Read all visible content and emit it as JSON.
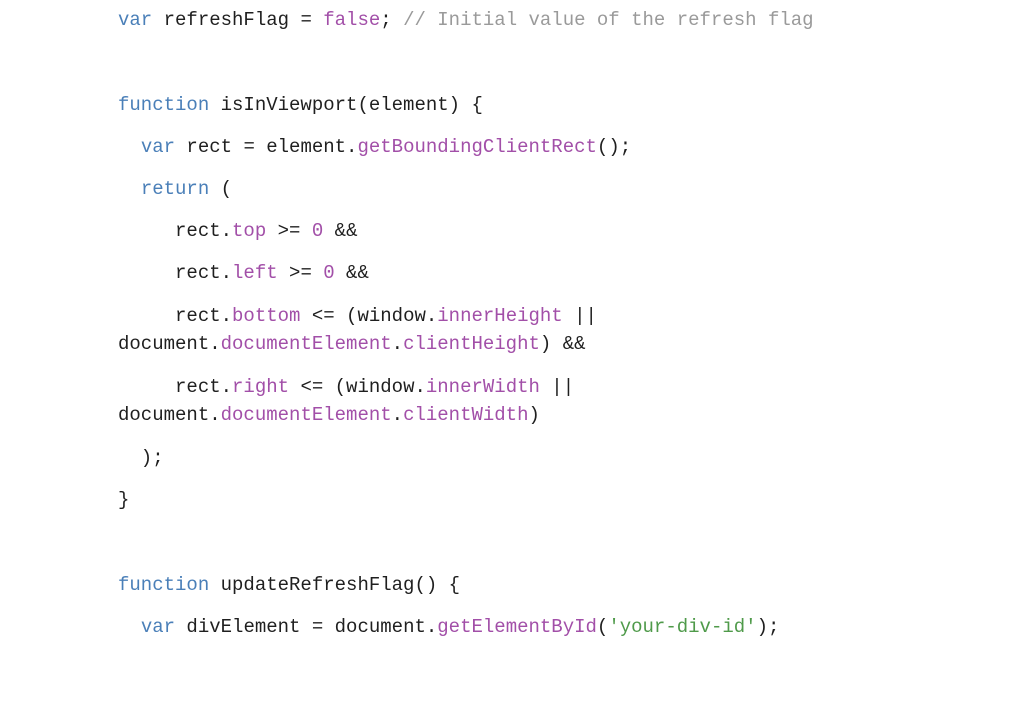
{
  "code_lines": [
    [
      {
        "t": "var",
        "c": "kw"
      },
      {
        "t": " refreshFlag = ",
        "c": "plain"
      },
      {
        "t": "false",
        "c": "prop"
      },
      {
        "t": "; ",
        "c": "plain"
      },
      {
        "t": "// Initial value of the refresh flag",
        "c": "cmt"
      }
    ],
    [
      {
        "t": "function",
        "c": "kw"
      },
      {
        "t": " isInViewport(element) {",
        "c": "plain"
      }
    ],
    [
      {
        "t": "  ",
        "c": "plain"
      },
      {
        "t": "var",
        "c": "kw"
      },
      {
        "t": " rect = element.",
        "c": "plain"
      },
      {
        "t": "getBoundingClientRect",
        "c": "prop"
      },
      {
        "t": "();",
        "c": "plain"
      }
    ],
    [
      {
        "t": "  ",
        "c": "plain"
      },
      {
        "t": "return",
        "c": "kw"
      },
      {
        "t": " (",
        "c": "plain"
      }
    ],
    [
      {
        "t": "     rect.",
        "c": "plain"
      },
      {
        "t": "top",
        "c": "prop"
      },
      {
        "t": " >= ",
        "c": "plain"
      },
      {
        "t": "0",
        "c": "num"
      },
      {
        "t": " &&",
        "c": "plain"
      }
    ],
    [
      {
        "t": "     rect.",
        "c": "plain"
      },
      {
        "t": "left",
        "c": "prop"
      },
      {
        "t": " >= ",
        "c": "plain"
      },
      {
        "t": "0",
        "c": "num"
      },
      {
        "t": " &&",
        "c": "plain"
      }
    ],
    [
      {
        "t": "     rect.",
        "c": "plain"
      },
      {
        "t": "bottom",
        "c": "prop"
      },
      {
        "t": " <= (window.",
        "c": "plain"
      },
      {
        "t": "innerHeight",
        "c": "prop"
      },
      {
        "t": " ||",
        "c": "plain"
      }
    ],
    [
      {
        "t": "document.",
        "c": "plain"
      },
      {
        "t": "documentElement",
        "c": "prop"
      },
      {
        "t": ".",
        "c": "plain"
      },
      {
        "t": "clientHeight",
        "c": "prop"
      },
      {
        "t": ") &&",
        "c": "plain"
      }
    ],
    [
      {
        "t": "     rect.",
        "c": "plain"
      },
      {
        "t": "right",
        "c": "prop"
      },
      {
        "t": " <= (window.",
        "c": "plain"
      },
      {
        "t": "innerWidth",
        "c": "prop"
      },
      {
        "t": " ||",
        "c": "plain"
      }
    ],
    [
      {
        "t": "document.",
        "c": "plain"
      },
      {
        "t": "documentElement",
        "c": "prop"
      },
      {
        "t": ".",
        "c": "plain"
      },
      {
        "t": "clientWidth",
        "c": "prop"
      },
      {
        "t": ")",
        "c": "plain"
      }
    ],
    [
      {
        "t": "  );",
        "c": "plain"
      }
    ],
    [
      {
        "t": "}",
        "c": "plain"
      }
    ],
    [
      {
        "t": "function",
        "c": "kw"
      },
      {
        "t": " updateRefreshFlag() {",
        "c": "plain"
      }
    ],
    [
      {
        "t": "  ",
        "c": "plain"
      },
      {
        "t": "var",
        "c": "kw"
      },
      {
        "t": " divElement = document.",
        "c": "plain"
      },
      {
        "t": "getElementById",
        "c": "prop"
      },
      {
        "t": "(",
        "c": "plain"
      },
      {
        "t": "'your-div-id'",
        "c": "str"
      },
      {
        "t": ");",
        "c": "plain"
      }
    ]
  ],
  "colors": {
    "keyword": "#4a7fb8",
    "property": "#a24fa8",
    "string": "#4f9a4a",
    "comment": "#9a9a9a",
    "text": "#1f1f1f",
    "background": "#ffffff"
  }
}
